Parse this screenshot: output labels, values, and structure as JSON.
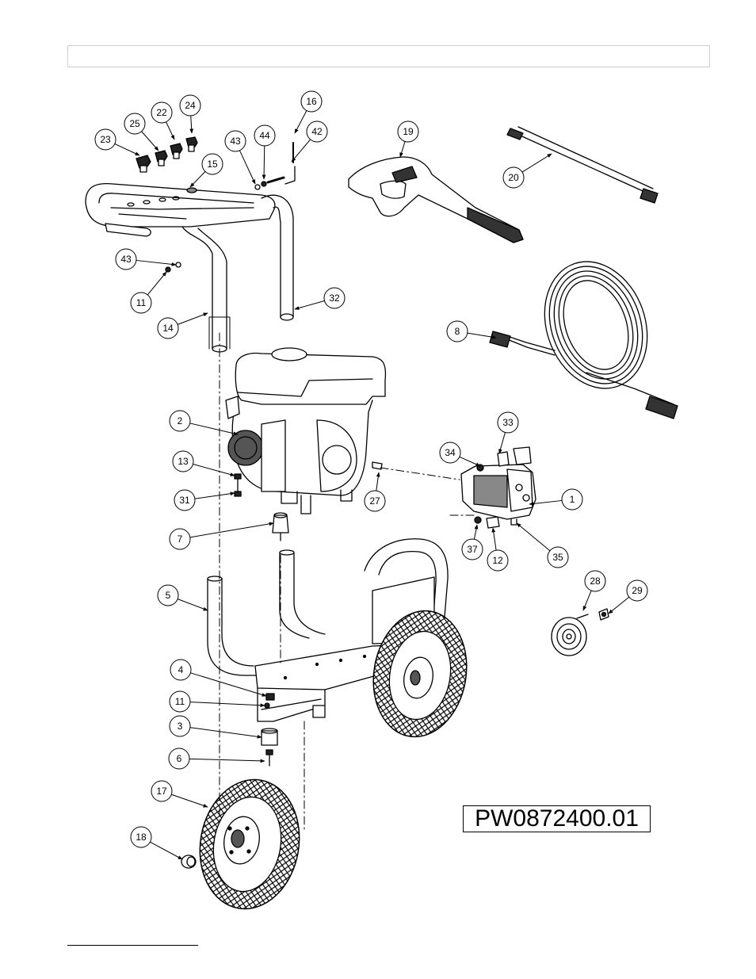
{
  "model_number": "PW0872400.01",
  "callouts": [
    {
      "id": "c23",
      "label": "23"
    },
    {
      "id": "c25",
      "label": "25"
    },
    {
      "id": "c22",
      "label": "22"
    },
    {
      "id": "c24",
      "label": "24"
    },
    {
      "id": "c15",
      "label": "15"
    },
    {
      "id": "c43a",
      "label": "43"
    },
    {
      "id": "c44",
      "label": "44"
    },
    {
      "id": "c16",
      "label": "16"
    },
    {
      "id": "c42",
      "label": "42"
    },
    {
      "id": "c19",
      "label": "19"
    },
    {
      "id": "c20",
      "label": "20"
    },
    {
      "id": "c43b",
      "label": "43"
    },
    {
      "id": "c11a",
      "label": "11"
    },
    {
      "id": "c14",
      "label": "14"
    },
    {
      "id": "c32",
      "label": "32"
    },
    {
      "id": "c8",
      "label": "8"
    },
    {
      "id": "c2",
      "label": "2"
    },
    {
      "id": "c13",
      "label": "13"
    },
    {
      "id": "c31",
      "label": "31"
    },
    {
      "id": "c27",
      "label": "27"
    },
    {
      "id": "c33",
      "label": "33"
    },
    {
      "id": "c34",
      "label": "34"
    },
    {
      "id": "c1",
      "label": "1"
    },
    {
      "id": "c7",
      "label": "7"
    },
    {
      "id": "c37",
      "label": "37"
    },
    {
      "id": "c12",
      "label": "12"
    },
    {
      "id": "c35",
      "label": "35"
    },
    {
      "id": "c28",
      "label": "28"
    },
    {
      "id": "c29",
      "label": "29"
    },
    {
      "id": "c5",
      "label": "5"
    },
    {
      "id": "c4",
      "label": "4"
    },
    {
      "id": "c11b",
      "label": "11"
    },
    {
      "id": "c3",
      "label": "3"
    },
    {
      "id": "c6",
      "label": "6"
    },
    {
      "id": "c17",
      "label": "17"
    },
    {
      "id": "c18",
      "label": "18"
    }
  ]
}
